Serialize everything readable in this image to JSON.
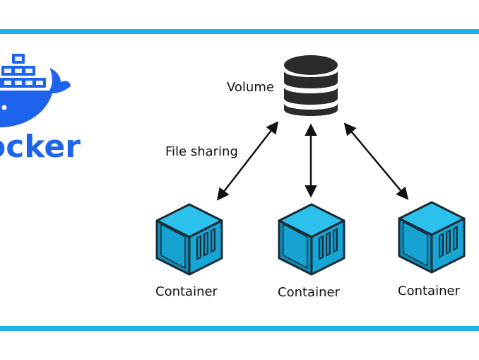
{
  "colors": {
    "accent": "#1fb0e8",
    "docker_blue": "#1d63ed",
    "container_light": "#2cc1ec",
    "container_dark": "#0d8db8",
    "outline": "#1c2b36",
    "text": "#111111"
  },
  "logo": {
    "visible_text": "ocker",
    "icon": "docker-whale-icon"
  },
  "labels": {
    "volume": "Volume",
    "file_sharing": "File sharing"
  },
  "containers": [
    {
      "label": "Container",
      "icon": "container-cube-icon"
    },
    {
      "label": "Container",
      "icon": "container-cube-icon"
    },
    {
      "label": "Container",
      "icon": "container-cube-icon"
    }
  ],
  "volume_icon": "database-icon"
}
